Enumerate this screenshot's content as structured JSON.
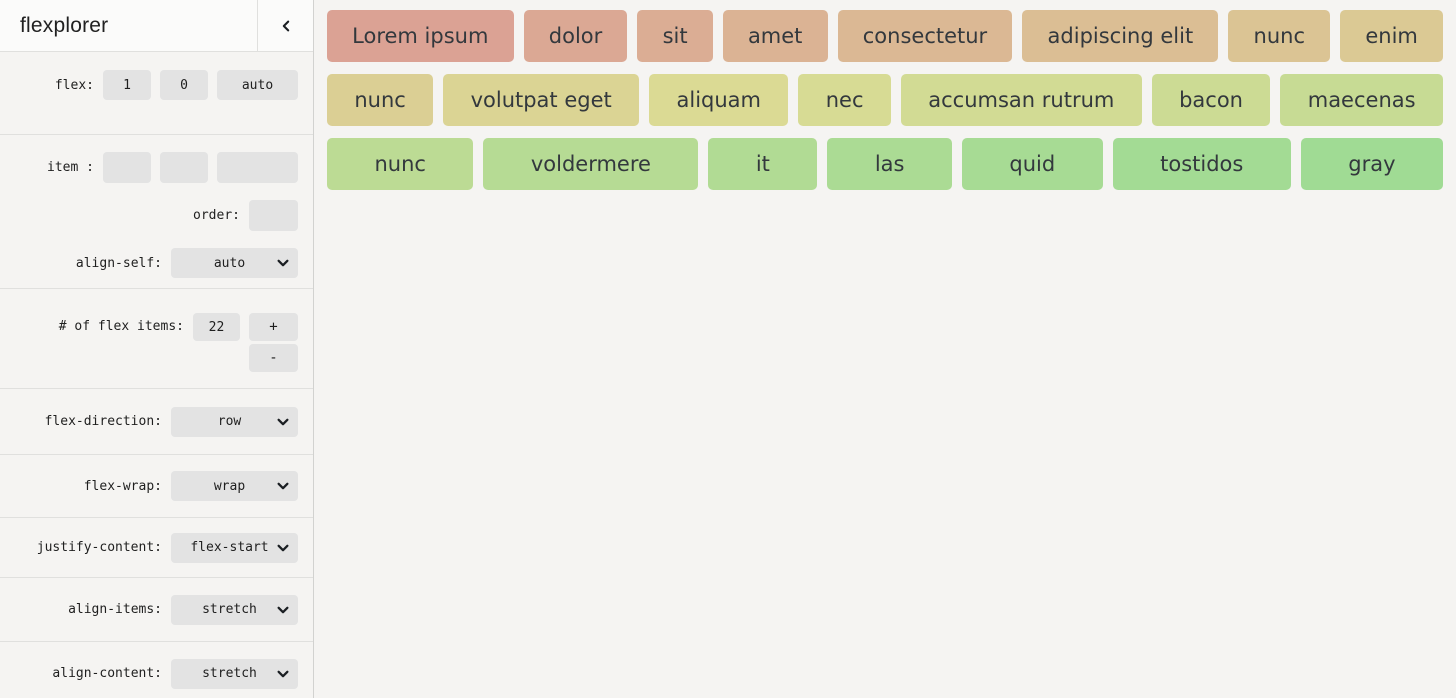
{
  "header": {
    "title": "flexplorer",
    "collapse_label": "collapse"
  },
  "sidebar": {
    "flex": {
      "label": "flex:",
      "values": [
        "1",
        "0",
        "auto"
      ]
    },
    "item": {
      "label": "item :",
      "values": [
        "",
        "",
        ""
      ]
    },
    "order": {
      "label": "order:",
      "value": ""
    },
    "align_self": {
      "label": "align-self:",
      "value": "auto"
    },
    "count": {
      "label": "# of flex items:",
      "value": "22",
      "increment_label": "+",
      "decrement_label": "-"
    },
    "selects": [
      {
        "label": "flex-direction:",
        "value": "row"
      },
      {
        "label": "flex-wrap:",
        "value": "wrap"
      },
      {
        "label": "justify-content:",
        "value": "flex-start"
      },
      {
        "label": "align-items:",
        "value": "stretch"
      },
      {
        "label": "align-content:",
        "value": "stretch"
      }
    ]
  },
  "main": {
    "rows": [
      [
        {
          "label": "Lorem ipsum",
          "color": "#dba294"
        },
        {
          "label": "dolor",
          "color": "#dba894"
        },
        {
          "label": "sit",
          "color": "#dbad94"
        },
        {
          "label": "amet",
          "color": "#dbb394"
        },
        {
          "label": "consectetur",
          "color": "#dbb894"
        },
        {
          "label": "adipiscing elit",
          "color": "#dbbe94"
        },
        {
          "label": "nunc",
          "color": "#dbc494"
        },
        {
          "label": "enim",
          "color": "#dbc994"
        }
      ],
      [
        {
          "label": "nunc",
          "color": "#dbcf94"
        },
        {
          "label": "volutpat eget",
          "color": "#dbd494"
        },
        {
          "label": "aliquam",
          "color": "#dbda94"
        },
        {
          "label": "nec",
          "color": "#d7db94"
        },
        {
          "label": "accumsan rutrum",
          "color": "#d2db94"
        },
        {
          "label": "bacon",
          "color": "#ccdb94"
        },
        {
          "label": "maecenas",
          "color": "#c7db94"
        }
      ],
      [
        {
          "label": "nunc",
          "color": "#bcdb94"
        },
        {
          "label": "voldermere",
          "color": "#b6db94"
        },
        {
          "label": "it",
          "color": "#b1db94"
        },
        {
          "label": "las",
          "color": "#abdb94"
        },
        {
          "label": "quid",
          "color": "#a7db94"
        },
        {
          "label": "tostidos",
          "color": "#a3db94"
        },
        {
          "label": "gray",
          "color": "#a0db94"
        }
      ]
    ]
  },
  "colors": {
    "page_bg": "#f5f4f2",
    "header_bg": "#fbfbfa",
    "control_bg": "#e3e3e3",
    "divider": "#e0e0de",
    "sidebar_border": "#d2d2d0",
    "item_text": "#33383d"
  }
}
